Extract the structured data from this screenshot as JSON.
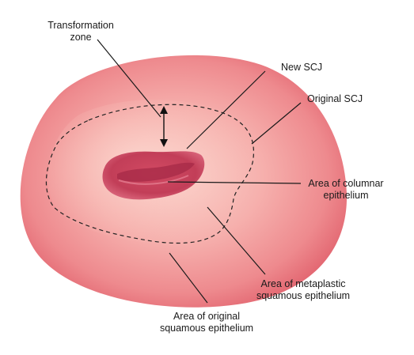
{
  "labels": {
    "transformation_zone": [
      "Transformation",
      "zone"
    ],
    "new_scj": "New SCJ",
    "original_scj": "Original SCJ",
    "columnar": [
      "Area of columnar",
      "epithelium"
    ],
    "metaplastic": [
      "Area of metaplastic",
      "squamous epithelium"
    ],
    "original_squamous": [
      "Area of original",
      "squamous epithelium"
    ]
  },
  "colors": {
    "cervix_outer": "#e9737b",
    "cervix_mid": "#f4a4a4",
    "cervix_inner": "#f8c2bd",
    "os_dark": "#b8364f",
    "os_light": "#d95a72",
    "leader_line": "#1a1a1a"
  }
}
